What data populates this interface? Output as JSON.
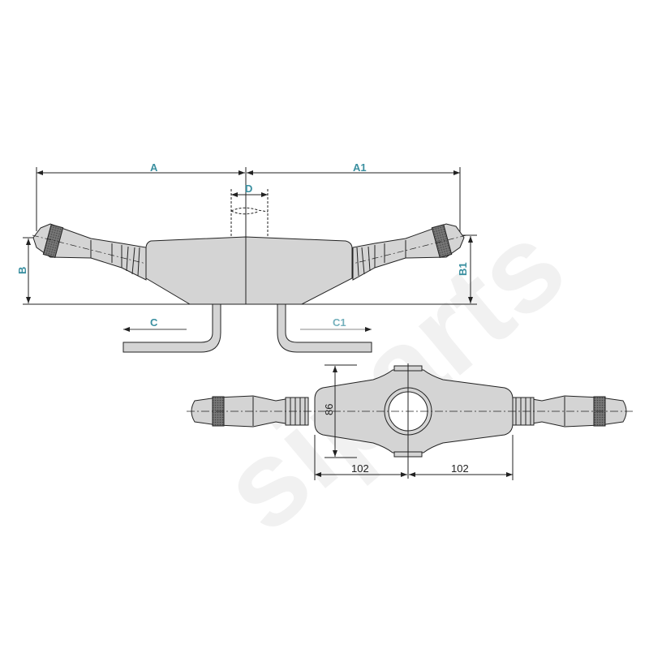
{
  "watermark": "siparts",
  "colors": {
    "label": "#3a8fa0",
    "body": "#d4d4d4",
    "line": "#222222"
  },
  "side_view": {
    "labels": {
      "a": "A",
      "a1": "A1",
      "d": "D",
      "b": "B",
      "b1": "B1",
      "c": "C",
      "c1": "C1"
    }
  },
  "top_view": {
    "dimensions": {
      "height": "86",
      "left_width": "102",
      "right_width": "102"
    }
  }
}
